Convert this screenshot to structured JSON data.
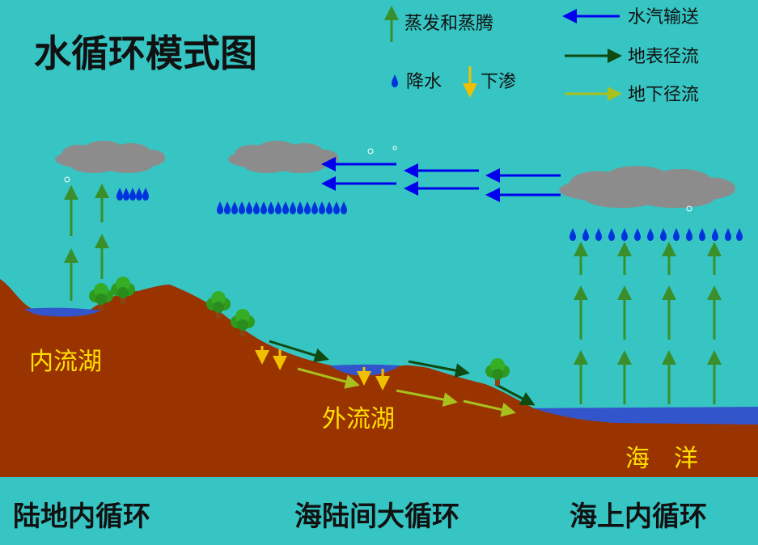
{
  "title": "水循环模式图",
  "legend": {
    "evaporation": "蒸发和蒸腾",
    "vapor_transport": "水汽输送",
    "surface_runoff": "地表径流",
    "precipitation": "降水",
    "infiltration": "下渗",
    "groundwater_runoff": "地下径流"
  },
  "labels": {
    "inland_lake": "内流湖",
    "outflow_lake": "外流湖",
    "ocean": "海　洋"
  },
  "cycles": {
    "land": "陆地内循环",
    "sea_land": "海陆间大循环",
    "sea": "海上内循环"
  },
  "colors": {
    "sky": "#36c5c3",
    "land": "#993300",
    "water": "#3355cc",
    "evaporation": "#3a8f2a",
    "vapor": "#0000ee",
    "surface": "#0f4a12",
    "groundwater": "#a9c11e",
    "infiltration": "#f0c000",
    "label": "#ffe000",
    "cloud": "#8c8c8c"
  }
}
